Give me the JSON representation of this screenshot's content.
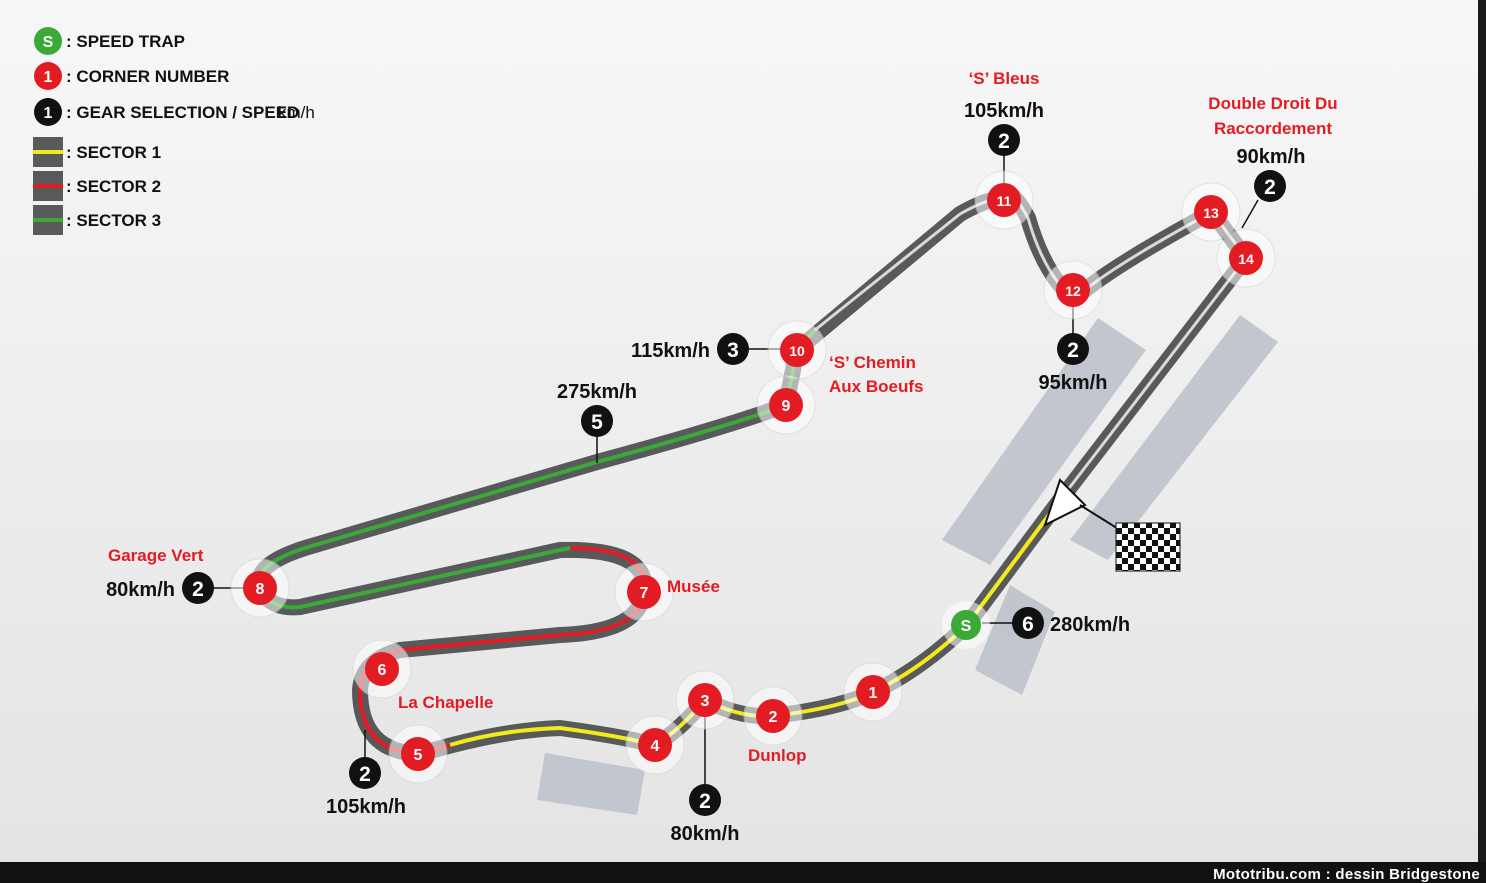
{
  "legend": {
    "speed_trap": "S",
    "speed_trap_label": ": SPEED TRAP",
    "corner_sample": "1",
    "corner_label": ": CORNER NUMBER",
    "gear_sample": "1",
    "gear_label_main": ": GEAR SELECTION / SPEED",
    "gear_label_unit": "km/h",
    "sector1_label": ": SECTOR 1",
    "sector2_label": ": SECTOR 2",
    "sector3_label": ": SECTOR 3"
  },
  "colors": {
    "sector1": "#f2ea1c",
    "sector2": "#e31c24",
    "sector3": "#3aa935",
    "track": "#58595b",
    "corner_badge": "#e31c24",
    "gear_badge": "#111111",
    "speed_trap_badge": "#3aa935"
  },
  "corners": [
    "1",
    "2",
    "3",
    "4",
    "5",
    "6",
    "7",
    "8",
    "9",
    "10",
    "11",
    "12",
    "13",
    "14"
  ],
  "corner_names": {
    "s_bleus": "‘S’ Bleus",
    "double_droit_line1": "Double Droit Du",
    "double_droit_line2": "Raccordement",
    "s_chemin_line1": "‘S’ Chemin",
    "s_chemin_line2": "Aux Boeufs",
    "garage_vert": "Garage Vert",
    "musee": "Musée",
    "la_chapelle": "La Chapelle",
    "dunlop": "Dunlop"
  },
  "gear_points": {
    "t11": {
      "gear": "2",
      "speed": "105km/h"
    },
    "t14": {
      "gear": "2",
      "speed": "90km/h"
    },
    "t12": {
      "gear": "2",
      "speed": "95km/h"
    },
    "t10": {
      "gear": "3",
      "speed": "115km/h"
    },
    "straight": {
      "gear": "5",
      "speed": "275km/h"
    },
    "t8": {
      "gear": "2",
      "speed": "80km/h"
    },
    "t5": {
      "gear": "2",
      "speed": "105km/h"
    },
    "t3": {
      "gear": "2",
      "speed": "80km/h"
    },
    "trap": {
      "gear": "6",
      "speed": "280km/h"
    }
  },
  "speed_trap": "S",
  "footer": "Mototribu.com : dessin Bridgestone"
}
